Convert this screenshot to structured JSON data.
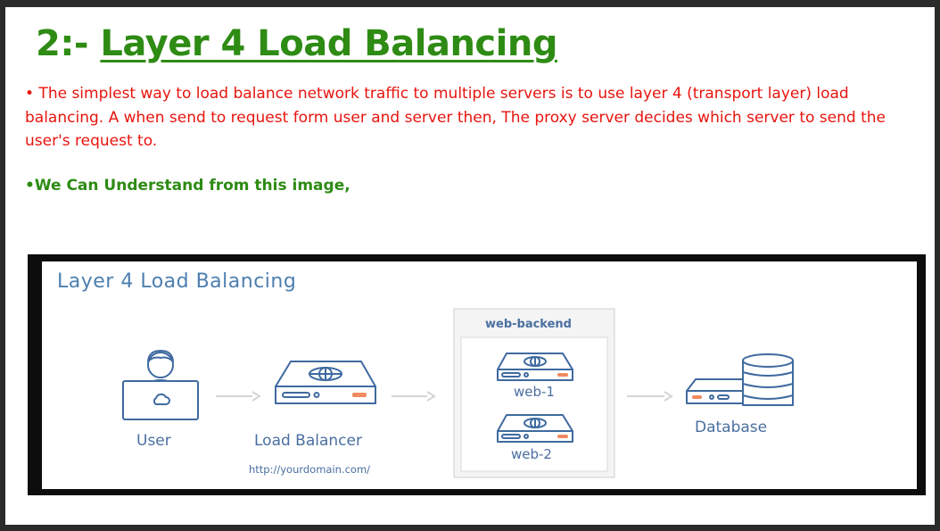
{
  "slide": {
    "title_number": "2:-",
    "title_text": "Layer 4 Load Balancing",
    "bullet_text": "• The simplest way to load balance network traffic to multiple servers is to use layer 4 (transport layer) load balancing. A when send to request form user and server then, The proxy server decides which server to send the user's request to.",
    "subheading": "•We Can Understand from this image,"
  },
  "diagram": {
    "title": "Layer 4 Load Balancing",
    "user_label": "User",
    "load_balancer_label": "Load Balancer",
    "url": "http://yourdomain.com/",
    "backend_label": "web-backend",
    "web1_label": "web-1",
    "web2_label": "web-2",
    "database_label": "Database"
  },
  "colors": {
    "title_green": "#2e8b14",
    "body_red": "#e8140e",
    "diagram_blue": "#3f6aa0",
    "accent_orange": "#f08a60"
  }
}
